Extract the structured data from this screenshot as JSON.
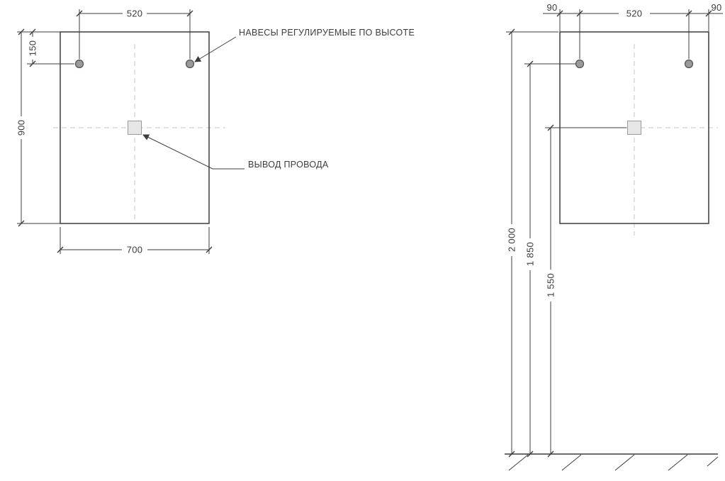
{
  "drawing": {
    "annotations": {
      "hangers_label": "НАВЕСЫ РЕГУЛИРУЕМЫЕ ПО ВЫСОТЕ",
      "cable_label": "ВЫВОД ПРОВОДА"
    },
    "front_view": {
      "hanger_spacing": "520",
      "hanger_top_offset": "150",
      "panel_height": "900",
      "panel_width": "700"
    },
    "installation_view": {
      "left_edge_offset": "90",
      "hanger_spacing": "520",
      "right_edge_offset": "90",
      "top_height": "2 000",
      "hanger_height": "1 850",
      "cable_height": "1 550"
    },
    "colors": {
      "line": "#3c3c3c",
      "dash": "#c4c4c4",
      "text": "#3c3c3c",
      "hanger_fill": "#9a9a9a",
      "hanger_stroke": "#4f4f4f",
      "outlet_fill": "#e6e6e6",
      "outlet_stroke": "#9a9a9a",
      "background": "#ffffff"
    }
  }
}
